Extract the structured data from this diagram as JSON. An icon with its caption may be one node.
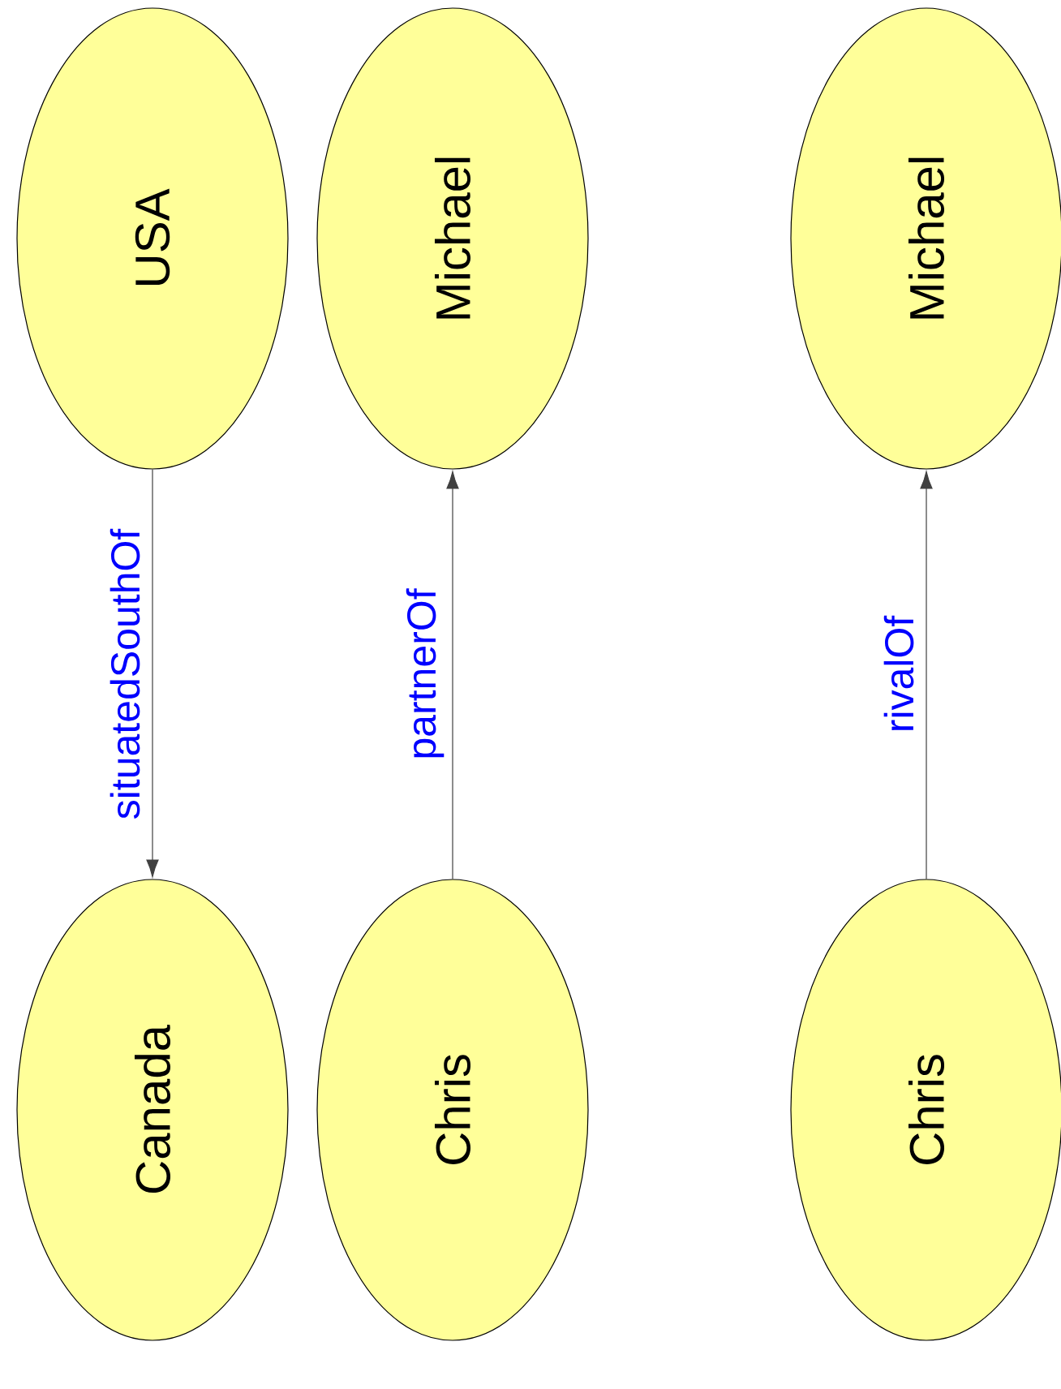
{
  "diagram": {
    "nodes": [
      {
        "text": [
          "USA"
        ]
      },
      {
        "text": [
          "Canada"
        ]
      },
      {
        "text": [
          "Michael"
        ]
      },
      {
        "text": [
          "Chris"
        ]
      },
      {
        "text": [
          "Michael"
        ]
      },
      {
        "text": [
          "Chris"
        ]
      }
    ],
    "edges": [
      {
        "from": 0,
        "to": 1,
        "arrow": "to",
        "label": "situatedSouthOf"
      },
      {
        "from": 3,
        "to": 2,
        "arrow": "to",
        "label": "partnerOf"
      },
      {
        "from": 5,
        "to": 4,
        "arrow": "to",
        "label": "rivalOf"
      }
    ]
  }
}
